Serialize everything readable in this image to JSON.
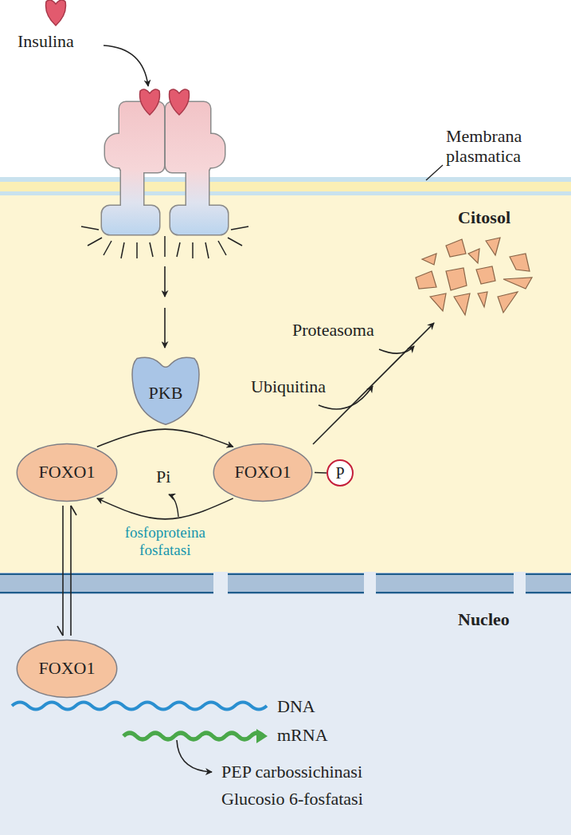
{
  "diagram": {
    "nodes": [
      {
        "text": [
          "Citosol"
        ]
      },
      {
        "text": [
          "PKB"
        ],
        "in": 0
      },
      {
        "text": [
          "FOXO1"
        ],
        "in": 0
      },
      {
        "text": [
          "FOXO1"
        ],
        "in": 0
      },
      {
        "text": [
          "P"
        ],
        "in": 0
      },
      {
        "text": [
          "Nucleo"
        ]
      },
      {
        "text": [
          "FOXO1"
        ],
        "in": 5
      }
    ],
    "edges": [
      {
        "from": 2,
        "to": 3,
        "arrow": "to"
      },
      {
        "from": 3,
        "to": 2,
        "arrow": "to",
        "label": "fosfoproteina fosfatasi"
      },
      {
        "from": 3,
        "to": 4,
        "arrow": "none"
      },
      {
        "from": 2,
        "to": 6,
        "arrow": "both"
      }
    ],
    "labels": [
      "Insulina",
      "Membrana plasmatica",
      "Proteasoma",
      "Ubiquitina",
      "Pi",
      "DNA",
      "mRNA",
      "PEP carbossichinasi",
      "Glucosio 6-fosfatasi"
    ]
  }
}
